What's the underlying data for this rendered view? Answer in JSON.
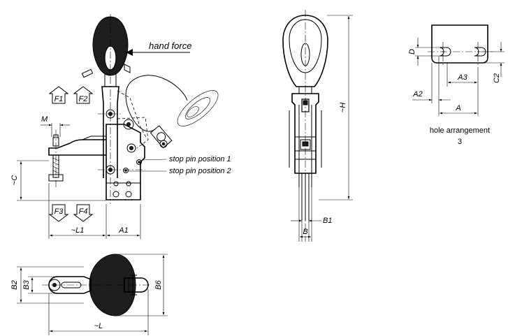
{
  "labels": {
    "hand_force": "hand force",
    "stop_pin_1": "stop pin position 1",
    "stop_pin_2": "stop pin position 2",
    "hole_arrangement": "hole arrangement",
    "hole_arrangement_no": "3"
  },
  "forces": [
    "F1",
    "F2",
    "F3",
    "F4"
  ],
  "dimensions": {
    "M": "M",
    "C": "~C",
    "L1": "~L1",
    "A1": "A1",
    "H": "~H",
    "B1": "B1",
    "B": "B",
    "D": "D",
    "A3": "A3",
    "A2": "A2",
    "C2": "C2",
    "A": "A",
    "B2": "B2",
    "B3": "B3",
    "B6": "B6",
    "L": "~L"
  }
}
